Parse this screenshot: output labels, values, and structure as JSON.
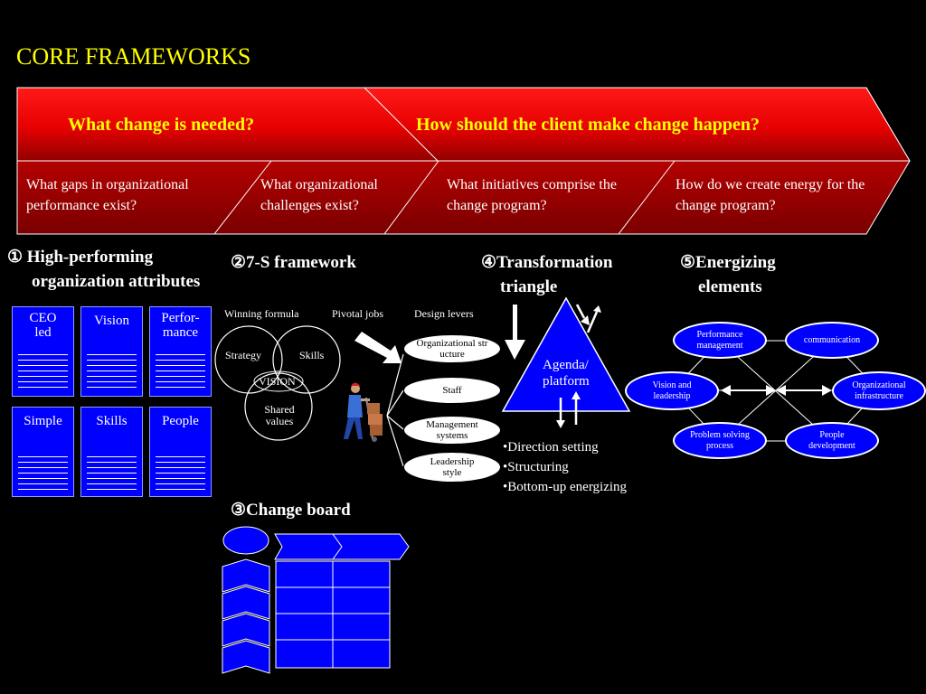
{
  "title": "CORE FRAMEWORKS",
  "header": {
    "left": "What change is needed?",
    "right": "How should the client make change happen?"
  },
  "questions": [
    "What gaps in organizational performance exist?",
    "What organizational challenges exist?",
    "What initiatives comprise the change program?",
    "How do we create energy for the change program?"
  ],
  "sections": {
    "s1": "① High-performing",
    "s1b": "organization attributes",
    "s2": "②7-S framework",
    "s3": "③Change board",
    "s4": "④Transformation",
    "s4b": "triangle",
    "s5": "⑤Energizing",
    "s5b": "elements"
  },
  "attributes": [
    "CEO led",
    "Vision",
    "Perfor-mance",
    "Simple",
    "Skills",
    "People"
  ],
  "seven_s": {
    "top_labels": [
      "Winning formula",
      "Pivotal jobs",
      "Design levers"
    ],
    "circles": [
      "Strategy",
      "Skills",
      "VISION",
      "Shared values"
    ],
    "levers": [
      "Organizational structure",
      "Staff",
      "Management systems",
      "Leadership style"
    ]
  },
  "triangle": {
    "center": "Agenda/platform",
    "bullets": [
      "•Direction setting",
      "•Structuring",
      "•Bottom-up energizing"
    ]
  },
  "energizing": [
    "Performance management",
    "communication",
    "Vision and leadership",
    "Organizational infrastructure",
    "Problem solving process",
    "People development"
  ],
  "colors": {
    "accent_yellow": "#ffff00",
    "banner_red": "#ff0000",
    "blue": "#0000ff"
  }
}
